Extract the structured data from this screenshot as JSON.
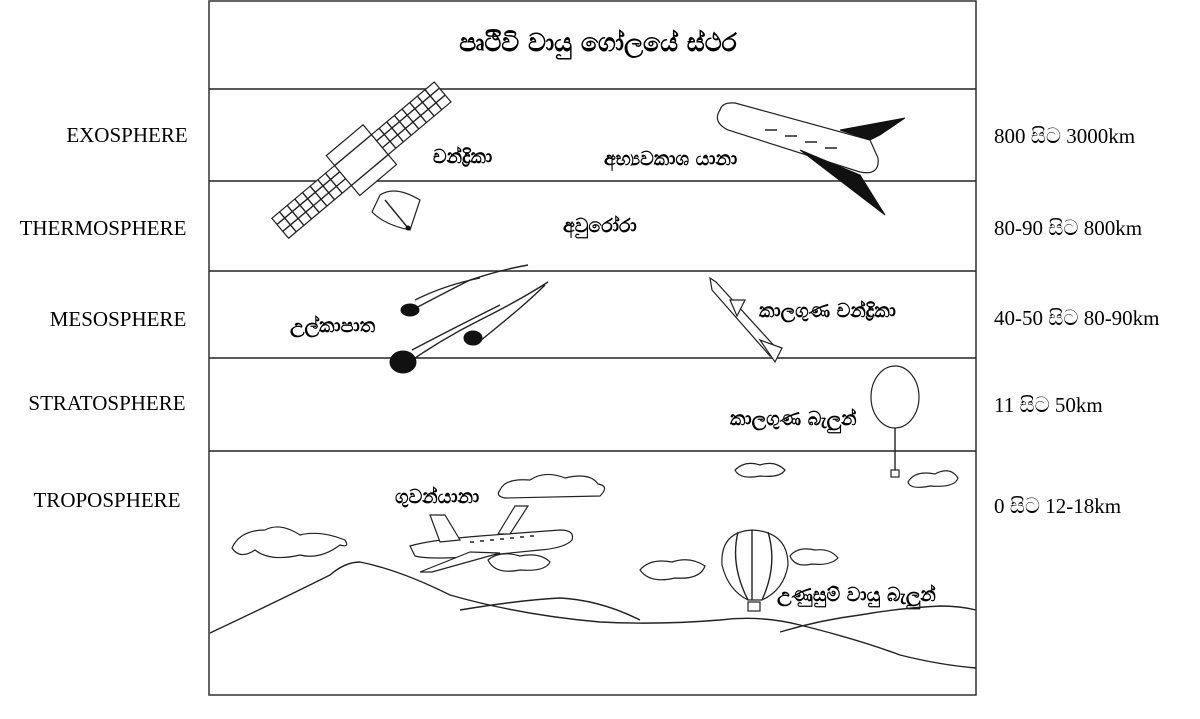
{
  "diagram": {
    "title": "පෘථිවි වායු ගෝලයේ ස්ථර",
    "layers": [
      {
        "name": "EXOSPHERE",
        "altitude": "800 සිට 3000km"
      },
      {
        "name": "THERMOSPHERE",
        "altitude": "80-90 සිට 800km"
      },
      {
        "name": "MESOSPHERE",
        "altitude": "40-50 සිට 80-90km"
      },
      {
        "name": "STRATOSPHERE",
        "altitude": "11 සිට 50km"
      },
      {
        "name": "TROPOSPHERE",
        "altitude": "0 සිට 12-18km"
      }
    ],
    "objects": {
      "satellite": "චන්ද්‍රිකා",
      "space_shuttle": "අභ්‍යවකාශ යානා",
      "aurora": "අවුරෝරා",
      "meteors": "උල්කාපාත",
      "weather_rocket": "කාලගුණ චන්ද්‍රිකා",
      "weather_balloon": "කාලගුණ බැලුන්",
      "airplane": "ගුවන්යානා",
      "hot_air_balloon": "උණුසුම් වායු බැලුන්"
    }
  }
}
